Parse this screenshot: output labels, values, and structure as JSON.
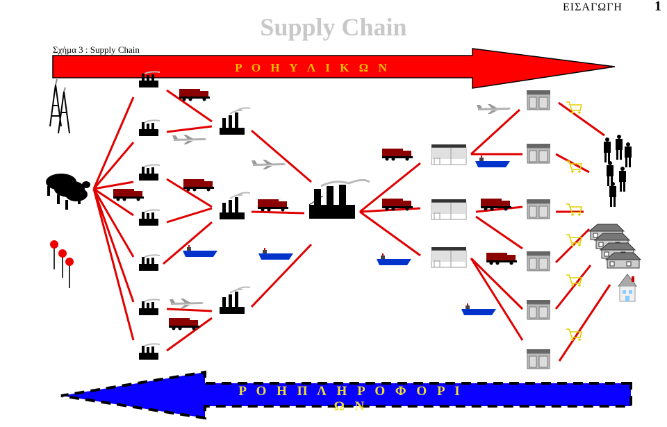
{
  "header": {
    "title": "Supply Chain",
    "chapter": "ΕΙΣΑΓΩΓΗ",
    "page_number": "1"
  },
  "figure": {
    "caption": "Σχήμα 3 : Supply Chain",
    "materials_flow_label": "Ρ Ο Η  Υ Λ Ι Κ Ω Ν",
    "information_flow_label": "Ρ Ο Η  Π Λ Η Ρ Ο Φ Ο Ρ Ι Ω Ν"
  },
  "colors": {
    "materials_arrow": "#ff0000",
    "information_arrow": "#0000ff",
    "title": "#c8c8c8",
    "connector": "#e00000",
    "truck": "#8b0000",
    "ship": "#0033cc",
    "plane": "#b0b0b0",
    "cart": "#e0d000"
  },
  "icons": {
    "sources": [
      "oil-rig-icon",
      "cattle-icon",
      "flowers-icon"
    ],
    "tier1": "small-factory-icon",
    "tier2": "factory-icon",
    "manufacturer": "large-factory-icon",
    "distribution": "warehouse-icon",
    "retail": "store-icon",
    "checkout": "shopping-cart-icon",
    "customers": [
      "people-icon",
      "houses-icon",
      "house-icon"
    ],
    "transport": [
      "truck-icon",
      "plane-icon",
      "ship-icon"
    ]
  }
}
